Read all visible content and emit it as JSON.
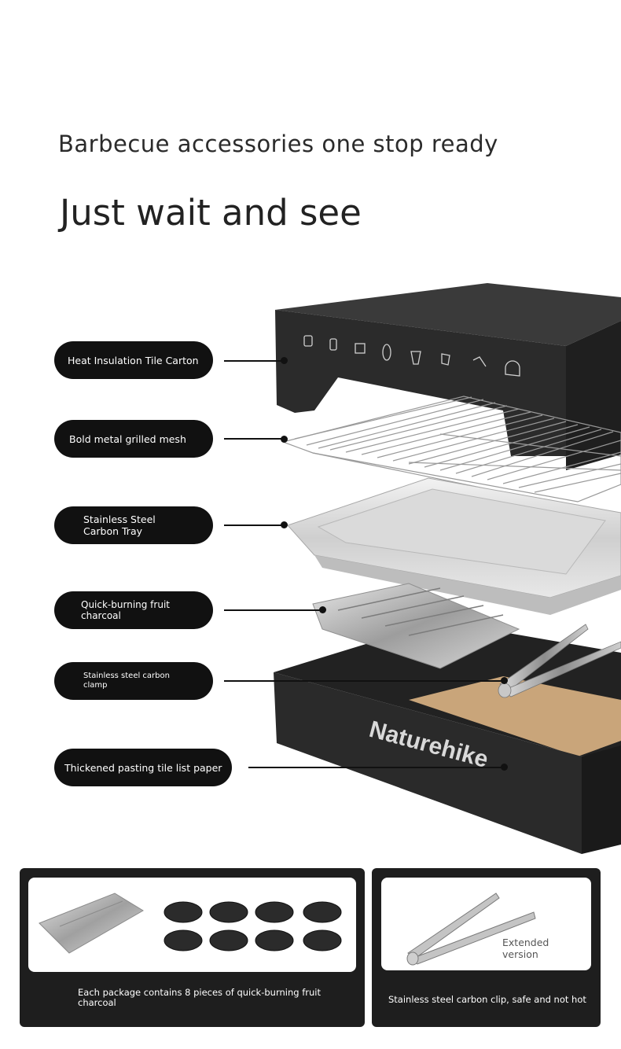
{
  "headline": "Barbecue accessories one stop ready",
  "subheadline": "Just wait and see",
  "labels": {
    "heat_insulation_carton": "Heat Insulation Tile Carton",
    "grilled_mesh": "Bold metal grilled mesh",
    "carbon_tray_line1": "Stainless Steel",
    "carbon_tray_line2": "Carbon Tray",
    "charcoal_line1": "Quick-burning fruit",
    "charcoal_line2": "charcoal",
    "carbon_clamp_line1": "Stainless steel carbon",
    "carbon_clamp_line2": "clamp",
    "pasting_paper": "Thickened pasting tile list paper"
  },
  "brand": "Naturehike",
  "panels": {
    "charcoal_caption_line1": "Each package contains 8 pieces of quick-burning fruit",
    "charcoal_caption_line2": "charcoal",
    "clip_caption": "Stainless steel carbon clip, safe and not hot",
    "extended_line1": "Extended",
    "extended_line2": "version"
  },
  "colors": {
    "pill_bg": "#111111",
    "panel_bg": "#1e1e1e",
    "box": "#2a2a2a",
    "kraft": "#c9a57a"
  }
}
